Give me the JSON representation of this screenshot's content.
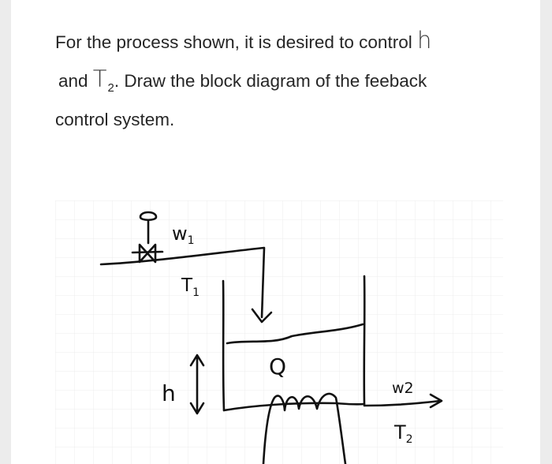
{
  "question": {
    "line1_text": "For the process shown, it is desired to control ",
    "line1_var": "h",
    "line2_prefix": "and ",
    "line2_var": "T",
    "line2_sub": "2",
    "line2_text": ". Draw the block diagram of the feeback",
    "line3_text": "control system."
  },
  "sketch": {
    "label_w1": "w",
    "label_w1_sub": "1",
    "label_t1": "T",
    "label_t1_sub": "1",
    "label_h": "h",
    "label_q": "Q",
    "label_w2": "w2",
    "label_t2": "T",
    "label_t2_sub": "2"
  },
  "colors": {
    "ink": "#111111",
    "text": "#262626",
    "grid": "#ececec",
    "background": "#ececec",
    "card": "#ffffff"
  }
}
